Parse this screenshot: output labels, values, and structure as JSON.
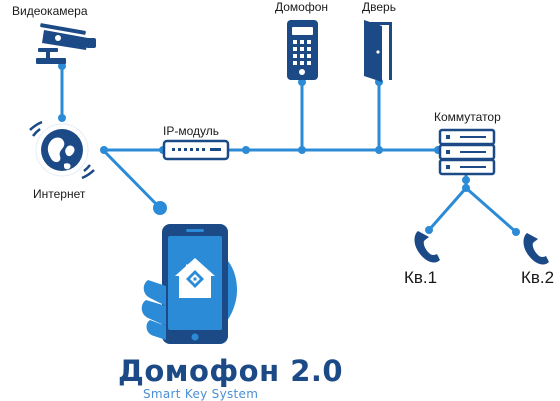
{
  "labels": {
    "camera": "Видеокамера",
    "intercom": "Домофон",
    "door": "Дверь",
    "internet": "Интернет",
    "ip_module": "IP-модуль",
    "switch": "Коммутатор",
    "apt1": "Кв.1",
    "apt2": "Кв.2"
  },
  "brand": {
    "name": "Домофон 2.0",
    "tagline": "Smart Key System"
  },
  "colors": {
    "line": "#2b8bd6",
    "dark": "#1c4a86",
    "accent": "#4a8fd6"
  },
  "icons": [
    "camera-icon",
    "intercom-icon",
    "door-icon",
    "globe-icon",
    "ip-module-icon",
    "switch-icon",
    "phone-icon",
    "smartphone-icon"
  ]
}
